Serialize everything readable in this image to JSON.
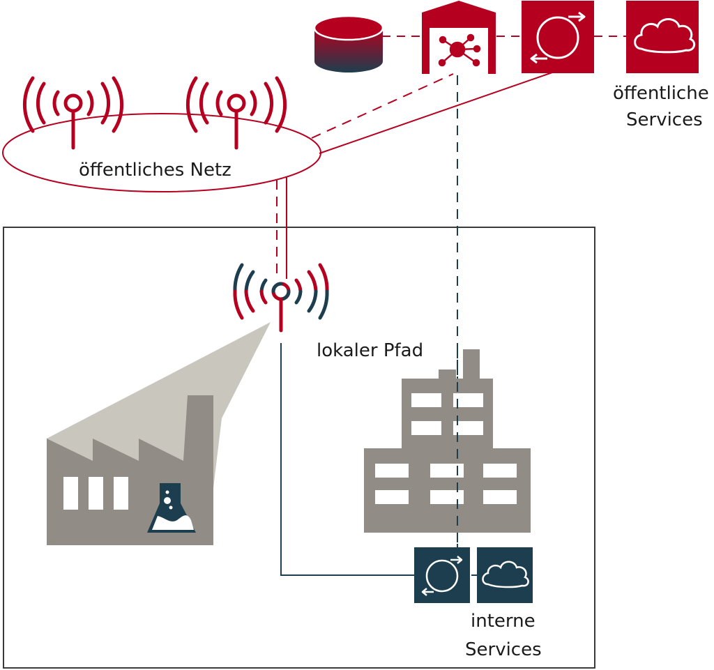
{
  "colors": {
    "red": "#B5001F",
    "navy": "#1D3E4E",
    "gray": "#918C85",
    "light_gray": "#C9C6BE",
    "box_border": "#3a3a3a",
    "text": "#1a1a1a"
  },
  "labels": {
    "public_network": "öffentliches Netz",
    "public_services_line1": "öffentliche",
    "public_services_line2": "Services",
    "local_path": "lokaler Pfad",
    "internal_services_line1": "interne",
    "internal_services_line2": "Services"
  },
  "icons": {
    "database": "database-icon",
    "warehouse_hub": "warehouse-hub-icon",
    "sync": "sync-icon",
    "cloud": "cloud-icon",
    "antenna": "antenna-icon",
    "factory": "factory-icon",
    "lab_flask": "flask-icon",
    "office_building": "office-building-icon"
  }
}
